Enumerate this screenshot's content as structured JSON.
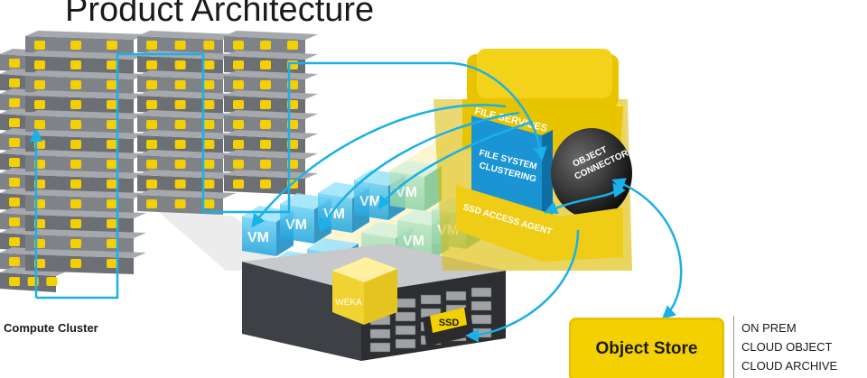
{
  "title": "Product Architecture",
  "compute_cluster_label": "Compute Cluster",
  "components": {
    "file_services": "FILE SERVICES",
    "file_system_clustering_line1": "FILE SYSTEM",
    "file_system_clustering_line2": "CLUSTERING",
    "object_connector_line1": "OBJECT",
    "object_connector_line2": "CONNECTOR",
    "ssd_access_agent": "SSD ACCESS AGENT",
    "vm_label": "VM",
    "weka_label": "WEKA",
    "ssd_label": "SSD"
  },
  "object_store": {
    "label": "Object Store",
    "options": [
      "ON PREM",
      "CLOUD OBJECT",
      "CLOUD ARCHIVE"
    ]
  },
  "colors": {
    "accent_yellow": "#f5d000",
    "flow_blue": "#1ab0e8",
    "server_gray": "#8a8d92"
  }
}
